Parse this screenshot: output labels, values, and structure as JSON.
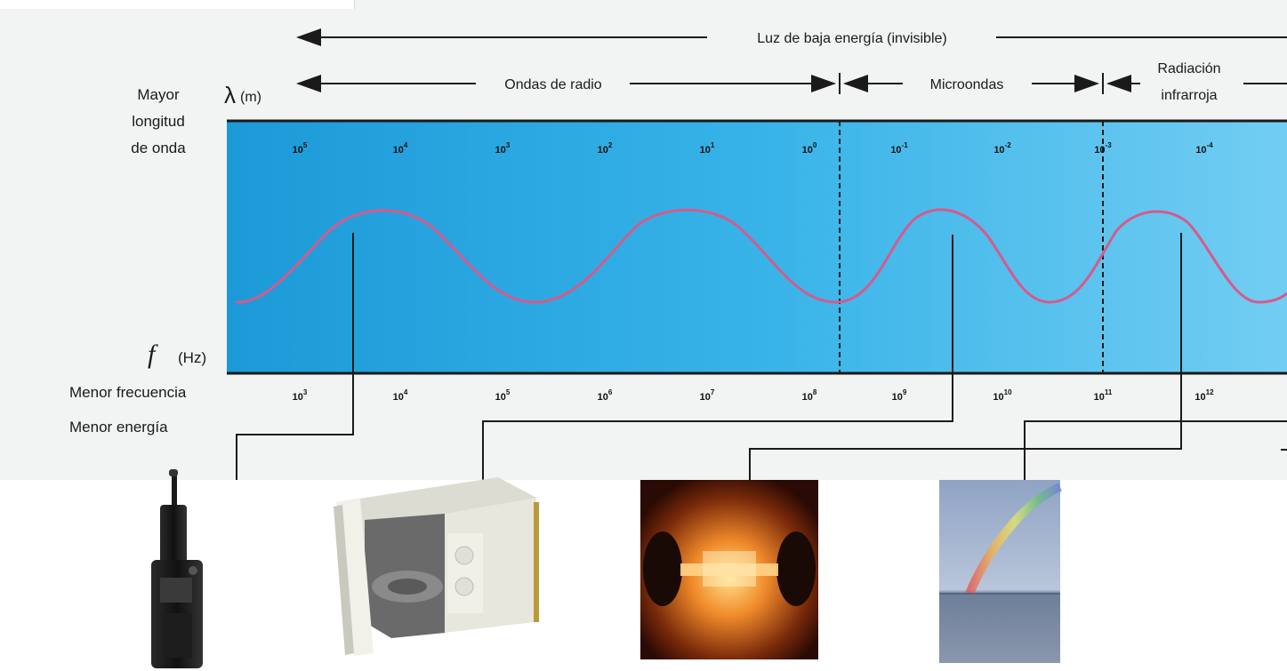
{
  "header": {
    "low_energy_light": "Luz de baja energía (invisible)"
  },
  "regions": [
    {
      "id": "radio",
      "label": "Ondas de radio"
    },
    {
      "id": "micro",
      "label": "Microondas"
    },
    {
      "id": "ir",
      "label_lines": [
        "Radiación",
        "infrarroja"
      ]
    }
  ],
  "wavelength_axis": {
    "symbol": "λ",
    "unit": "(m)",
    "side_label_lines": [
      "Mayor",
      "longitud",
      "de onda"
    ],
    "ticks": [
      {
        "base": "10",
        "exp": "5"
      },
      {
        "base": "10",
        "exp": "4"
      },
      {
        "base": "10",
        "exp": "3"
      },
      {
        "base": "10",
        "exp": "2"
      },
      {
        "base": "10",
        "exp": "1"
      },
      {
        "base": "10",
        "exp": "0"
      },
      {
        "base": "10",
        "exp": "-1"
      },
      {
        "base": "10",
        "exp": "-2"
      },
      {
        "base": "10",
        "exp": "-3"
      },
      {
        "base": "10",
        "exp": "-4"
      }
    ]
  },
  "frequency_axis": {
    "symbol": "f",
    "unit": "(Hz)",
    "side_label_lines": [
      "Menor frecuencia",
      "Menor energía"
    ],
    "ticks": [
      {
        "base": "10",
        "exp": "3"
      },
      {
        "base": "10",
        "exp": "4"
      },
      {
        "base": "10",
        "exp": "5"
      },
      {
        "base": "10",
        "exp": "6"
      },
      {
        "base": "10",
        "exp": "7"
      },
      {
        "base": "10",
        "exp": "8"
      },
      {
        "base": "10",
        "exp": "9"
      },
      {
        "base": "10",
        "exp": "10"
      },
      {
        "base": "10",
        "exp": "11"
      },
      {
        "base": "10",
        "exp": "12"
      }
    ]
  },
  "colors": {
    "band_left": "#1c9ad8",
    "band_right": "#72cdf2",
    "wave": "#d65a8c",
    "line": "#1a1a1a"
  },
  "photos": [
    {
      "name": "walkie-talkie-photo"
    },
    {
      "name": "microwave-oven-photo"
    },
    {
      "name": "heat-lamp-photo"
    },
    {
      "name": "rainbow-photo"
    }
  ]
}
